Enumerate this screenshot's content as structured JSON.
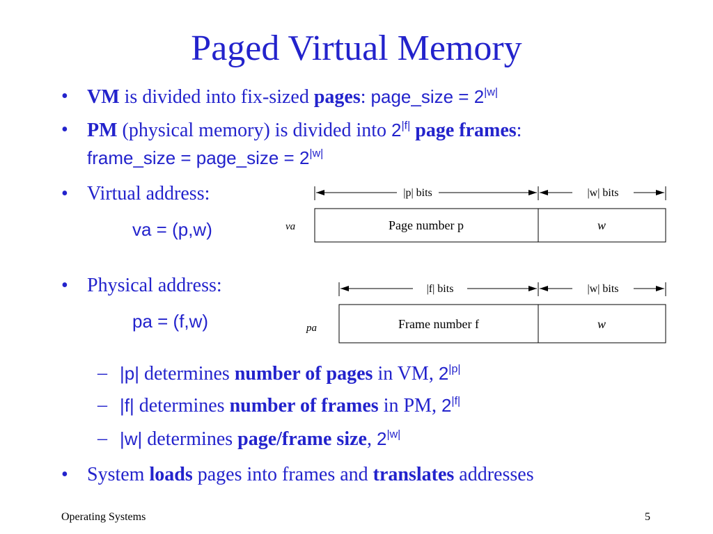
{
  "title": "Paged Virtual Memory",
  "bullets": {
    "b1": {
      "bold1": "VM",
      "t1": " is divided into fix-sized ",
      "bold2": "pages",
      "t2": ": ",
      "formula": "page_size = 2",
      "sup": "|w|"
    },
    "b2": {
      "bold1": "PM",
      "t1": " (physical memory) is divided into ",
      "pow": "2",
      "powsup": "|f|",
      "bold2": "page frames",
      "t2": ":",
      "formula": "frame_size = page_size = 2",
      "sup": "|w|"
    },
    "b3": {
      "text": "Virtual address:",
      "formula": "va = (p,w)"
    },
    "b4": {
      "text": "Physical address:",
      "formula": "pa = (f,w)"
    },
    "b5": {
      "t1": "System ",
      "bold1": "loads",
      "t2": " pages into frames and ",
      "bold2": "translates",
      "t3": " addresses"
    }
  },
  "subs": [
    {
      "dash": "–",
      "var": "|p|",
      "t1": " determines ",
      "bold": "number of pages",
      "t2": " in VM, ",
      "pow": "2",
      "sup": "|p|"
    },
    {
      "dash": "–",
      "var": "|f|",
      "t1": " determines ",
      "bold": "number of frames",
      "t2": " in PM, ",
      "pow": "2",
      "sup": "|f|"
    },
    {
      "dash": "–",
      "var": "|w|",
      "t1": " determines ",
      "bold": "page/frame size",
      "t2": ", ",
      "pow": "2",
      "sup": "|w|"
    }
  ],
  "bullet_char": "•",
  "va_diagram": {
    "label": "va",
    "bits_left": "|p| bits",
    "bits_right": "|w| bits",
    "field_left": "Page number p",
    "field_right": "w"
  },
  "pa_diagram": {
    "label": "pa",
    "bits_left": "|f| bits",
    "bits_right": "|w| bits",
    "field_left": "Frame number f",
    "field_right": "w"
  },
  "footer": {
    "left": "Operating Systems",
    "right": "5"
  },
  "colors": {
    "text_blue": "#2323cc",
    "diagram": "#000000",
    "background": "#ffffff"
  }
}
